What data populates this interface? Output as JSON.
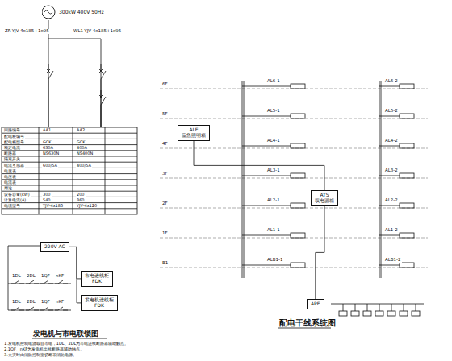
{
  "diagram": {
    "nodes": [
      {
        "text": [
          "300kW 400V 50Hz"
        ]
      },
      {
        "text": [
          "220V AC"
        ]
      },
      {
        "text": [
          "市电进线柜",
          "FDK"
        ]
      },
      {
        "text": [
          "发电机进线柜",
          "FDK"
        ]
      },
      {
        "text": [
          "ALE",
          "应急照明箱"
        ]
      },
      {
        "text": [
          "ATS",
          "双电源箱"
        ]
      },
      {
        "text": [
          "APE"
        ]
      }
    ],
    "edges": [
      {
        "from": 1,
        "to": 2,
        "arrow": "none"
      },
      {
        "from": 1,
        "to": 3,
        "arrow": "none"
      },
      {
        "from": 4,
        "to": 5,
        "arrow": "none"
      },
      {
        "from": 5,
        "to": 6,
        "arrow": "none"
      }
    ],
    "labels": [
      "ZR-YJV-4x185+1x95",
      "WL1-YJV-4x185+1x95",
      "回路编号",
      "配电柜编号",
      "配电柜型号",
      "额定电流",
      "断路器",
      "隔离开关",
      "电流互感器",
      "电度表",
      "电压表",
      "电流表",
      "用途",
      "设备容量(kW)",
      "计算电流(A)",
      "电缆型号",
      "AA1",
      "AA2",
      "GCK",
      "GCK",
      "630A",
      "400A",
      "NS630N",
      "NS400N",
      "600/5A",
      "400/5A",
      "300",
      "200",
      "540",
      "360",
      "YJV-4x185",
      "YJV-4x120",
      "1DL",
      "2DL",
      "1QF",
      "nKF",
      "1DL",
      "2DL",
      "1QF",
      "nKF",
      "发电机与市电联锁图",
      "1.发电机控制电源取自市电，1DL、2DL为市电进线断路器辅助触点。",
      "2.1QF、nKF为发电机出线断路器辅助触点。",
      "3.火灾时由消防控制室切断非消防电源。",
      "配电干线系统图",
      "6F",
      "5F",
      "4F",
      "3F",
      "2F",
      "1F",
      "B1",
      "AL6-1",
      "AL6-2",
      "AL5-1",
      "AL5-2",
      "AL4-1",
      "AL4-2",
      "AL3-1",
      "AL3-2",
      "AL2-1",
      "AL2-2",
      "AL1-1",
      "AL1-2",
      "ALB1-1",
      "ALB1-2"
    ]
  }
}
